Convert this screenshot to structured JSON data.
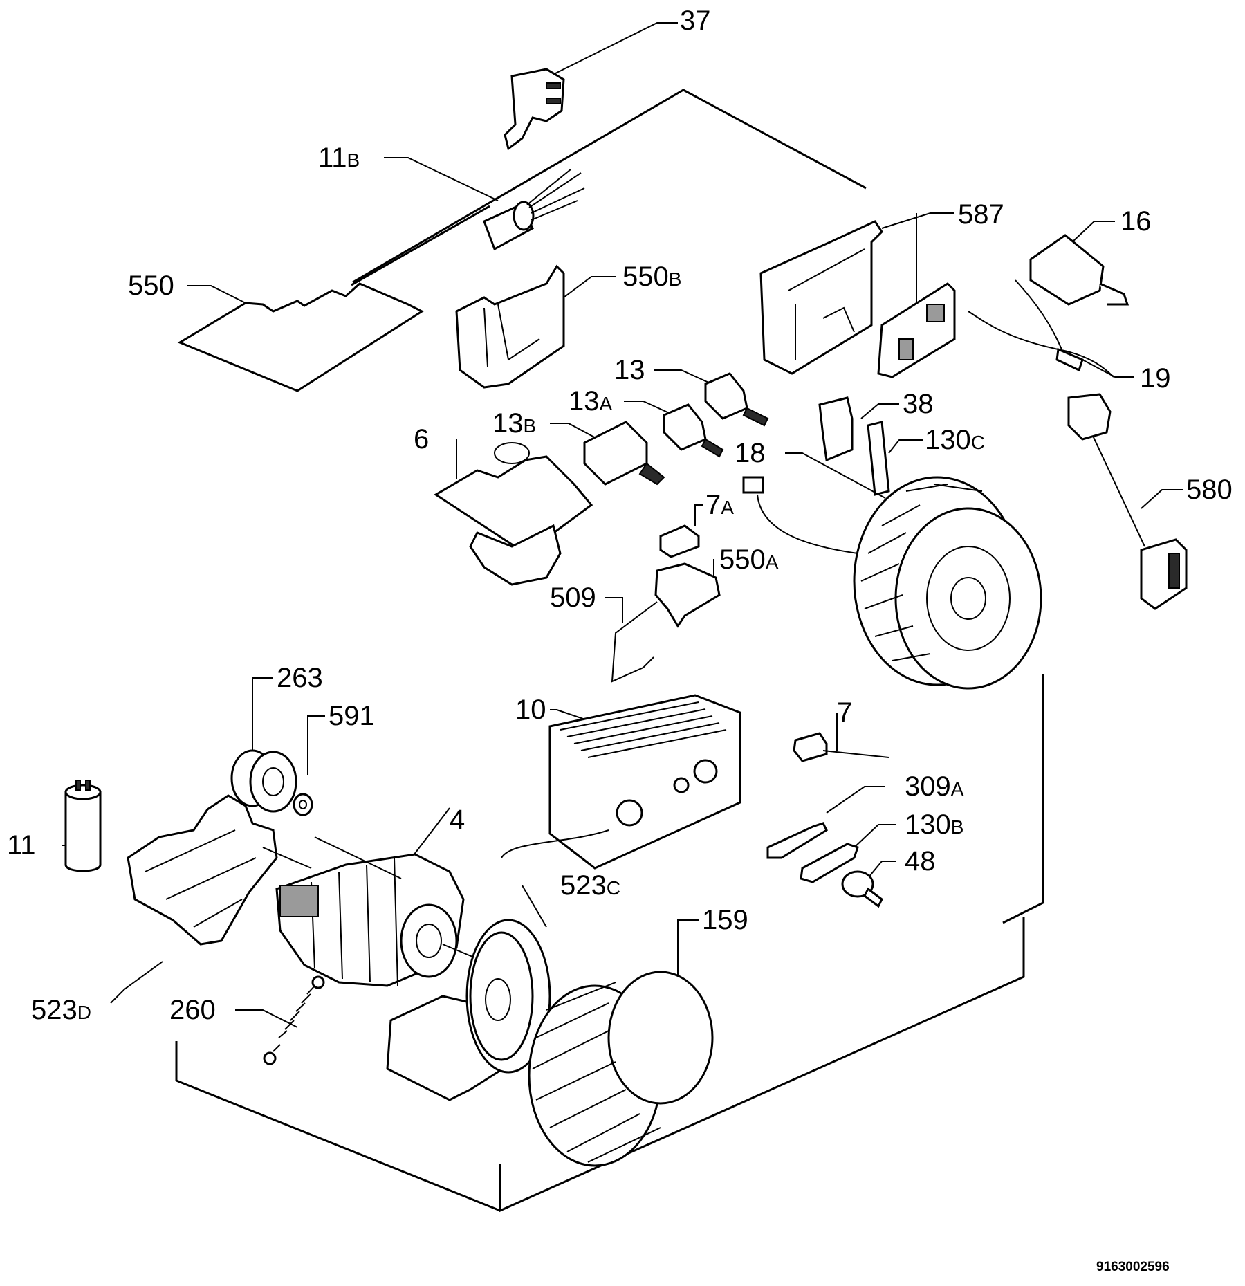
{
  "diagram": {
    "document_number": "9163002596",
    "labels": [
      {
        "id": "37",
        "num": "37",
        "suffix": ""
      },
      {
        "id": "11B",
        "num": "11",
        "suffix": "B"
      },
      {
        "id": "550",
        "num": "550",
        "suffix": ""
      },
      {
        "id": "550B",
        "num": "550",
        "suffix": "B"
      },
      {
        "id": "587",
        "num": "587",
        "suffix": ""
      },
      {
        "id": "16",
        "num": "16",
        "suffix": ""
      },
      {
        "id": "19",
        "num": "19",
        "suffix": ""
      },
      {
        "id": "13",
        "num": "13",
        "suffix": ""
      },
      {
        "id": "13A",
        "num": "13",
        "suffix": "A"
      },
      {
        "id": "13B",
        "num": "13",
        "suffix": "B"
      },
      {
        "id": "6",
        "num": "6",
        "suffix": ""
      },
      {
        "id": "38",
        "num": "38",
        "suffix": ""
      },
      {
        "id": "130C",
        "num": "130",
        "suffix": "C"
      },
      {
        "id": "18",
        "num": "18",
        "suffix": ""
      },
      {
        "id": "580",
        "num": "580",
        "suffix": ""
      },
      {
        "id": "7A",
        "num": "7",
        "suffix": "A"
      },
      {
        "id": "550A",
        "num": "550",
        "suffix": "A"
      },
      {
        "id": "509",
        "num": "509",
        "suffix": ""
      },
      {
        "id": "263",
        "num": "263",
        "suffix": ""
      },
      {
        "id": "591",
        "num": "591",
        "suffix": ""
      },
      {
        "id": "10",
        "num": "10",
        "suffix": ""
      },
      {
        "id": "7",
        "num": "7",
        "suffix": ""
      },
      {
        "id": "309A",
        "num": "309",
        "suffix": "A"
      },
      {
        "id": "130B",
        "num": "130",
        "suffix": "B"
      },
      {
        "id": "48",
        "num": "48",
        "suffix": ""
      },
      {
        "id": "4",
        "num": "4",
        "suffix": ""
      },
      {
        "id": "11",
        "num": "11",
        "suffix": ""
      },
      {
        "id": "523C",
        "num": "523",
        "suffix": "C"
      },
      {
        "id": "159",
        "num": "159",
        "suffix": ""
      },
      {
        "id": "523D",
        "num": "523",
        "suffix": "D"
      },
      {
        "id": "260",
        "num": "260",
        "suffix": ""
      }
    ]
  }
}
